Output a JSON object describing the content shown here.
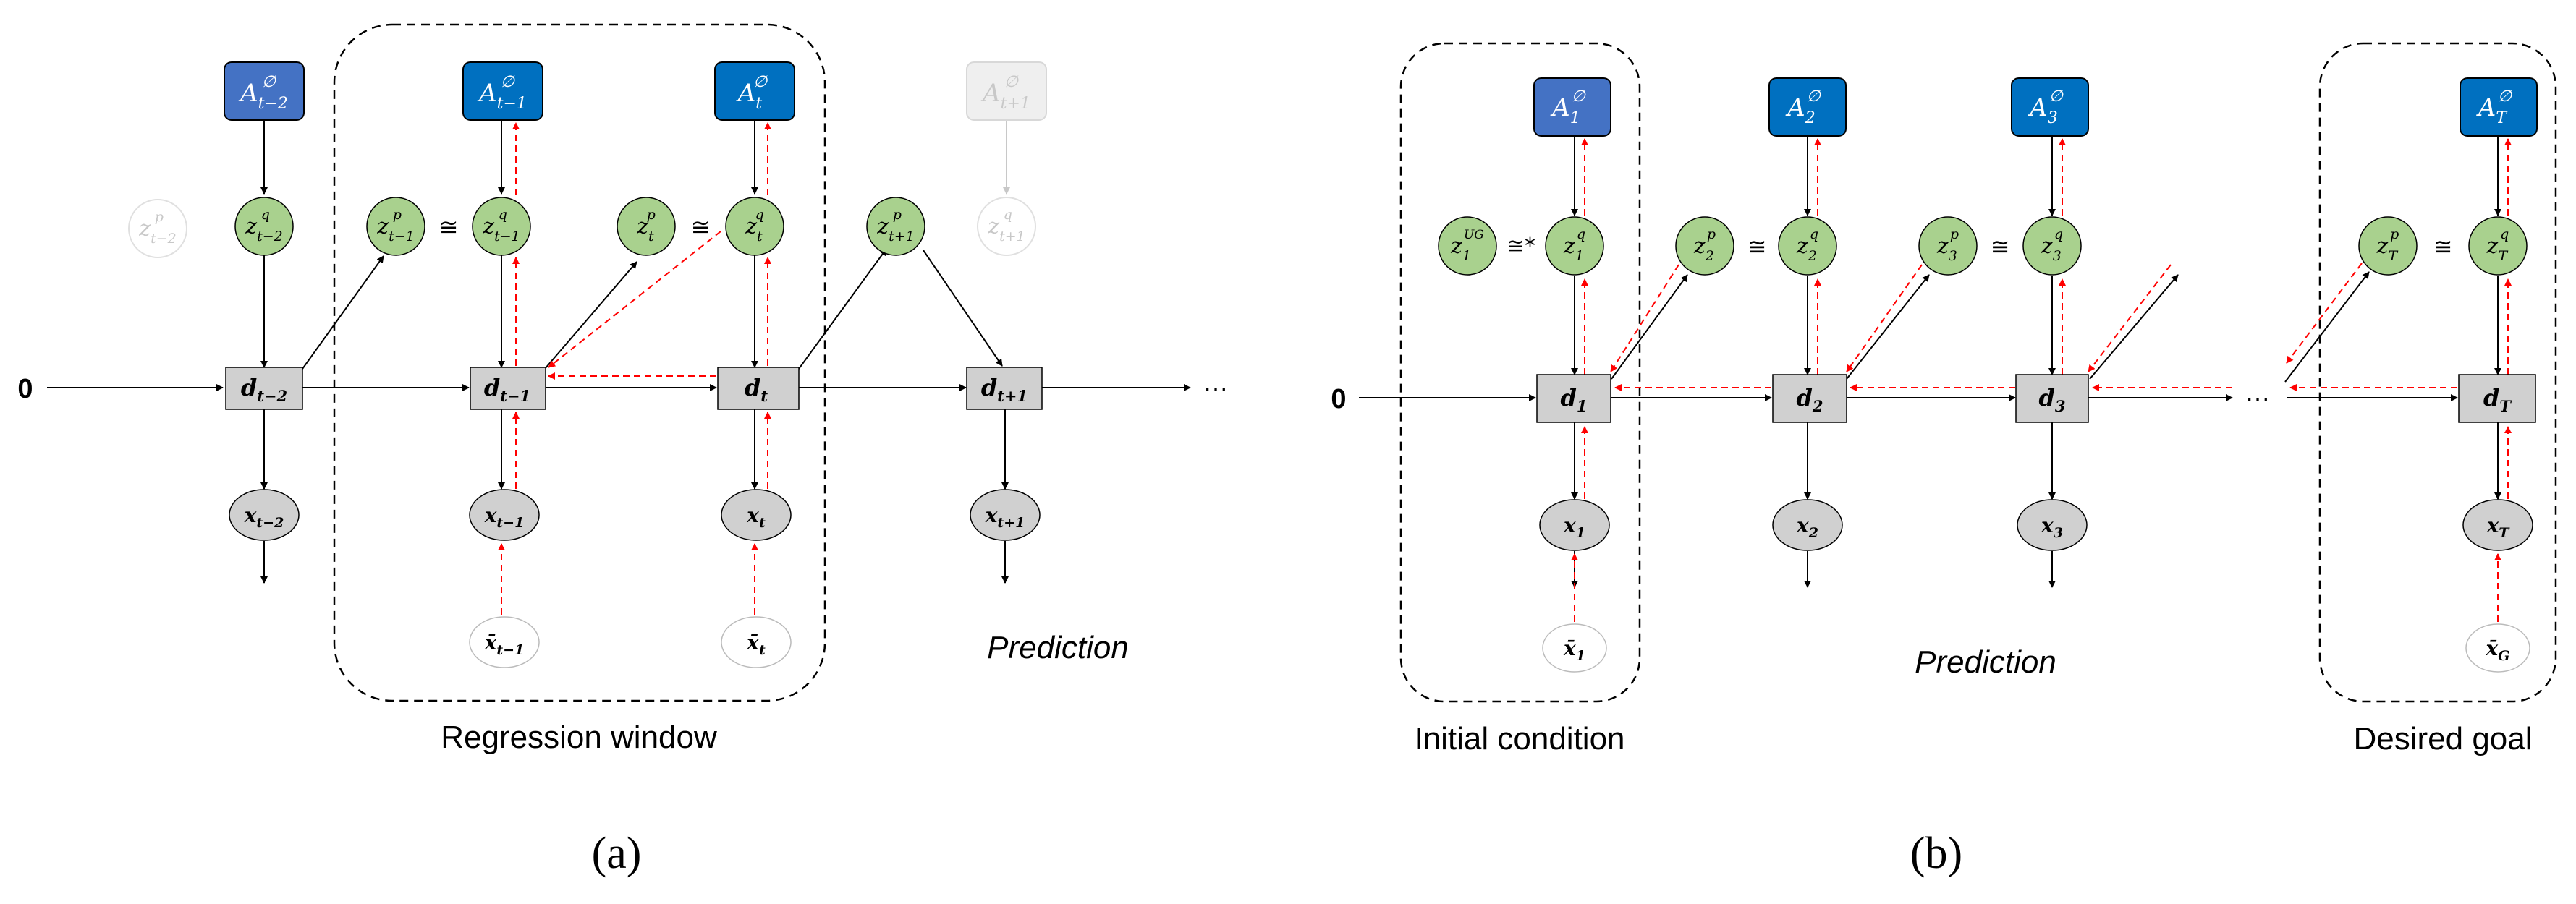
{
  "panel_a": {
    "label": "(a)",
    "window_label": "Regression window",
    "prediction_label": "Prediction",
    "zero_label": "0",
    "ellipsis": "···",
    "a_nodes": [
      "A^∅_{t−2}",
      "A^∅_{t−1}",
      "A^∅_{t}",
      "A^∅_{t+1}"
    ],
    "zp_nodes": [
      "z^p_{t−2}",
      "z^p_{t−1}",
      "z^p_{t}",
      "z^p_{t+1}"
    ],
    "zq_nodes": [
      "z^q_{t−2}",
      "z^q_{t−1}",
      "z^q_{t}",
      "z^q_{t+1}"
    ],
    "d_nodes": [
      "d_{t−2}",
      "d_{t−1}",
      "d_{t}",
      "d_{t+1}"
    ],
    "x_nodes": [
      "x_{t−2}",
      "x_{t−1}",
      "x_{t}",
      "x_{t+1}"
    ],
    "xbar_nodes": [
      "x̄_{t−1}",
      "x̄_{t}"
    ],
    "approx": "≅"
  },
  "panel_b": {
    "label": "(b)",
    "initial_label": "Initial condition",
    "goal_label": "Desired goal",
    "prediction_label": "Prediction",
    "zero_label": "0",
    "ellipsis": "···",
    "a_nodes": [
      "A^∅_{1}",
      "A^∅_{2}",
      "A^∅_{3}",
      "A^∅_{T}"
    ],
    "zp_nodes": [
      "z^{UG}_{1}",
      "z^p_{2}",
      "z^p_{3}",
      "z^p_{T}"
    ],
    "zq_nodes": [
      "z^q_{1}",
      "z^q_{2}",
      "z^q_{3}",
      "z^q_{T}"
    ],
    "d_nodes": [
      "d_{1}",
      "d_{2}",
      "d_{3}",
      "d_{T}"
    ],
    "x_nodes": [
      "x_{1}",
      "x_{2}",
      "x_{3}",
      "x_{T}"
    ],
    "xbar_nodes": [
      "x̄_{1}",
      "x̄_{G}"
    ],
    "approx": "≅",
    "approx_star": "≅*"
  },
  "colors": {
    "a_dark": "#0070c0",
    "a_mid": "#4472c4",
    "a_faded": "#efefef",
    "z_green": "#a9d18e",
    "d_gray": "#d0d0d0",
    "x_gray": "#d0d0d0",
    "red_dashed": "#ff0000",
    "faded_text": "#c8c8c8"
  }
}
